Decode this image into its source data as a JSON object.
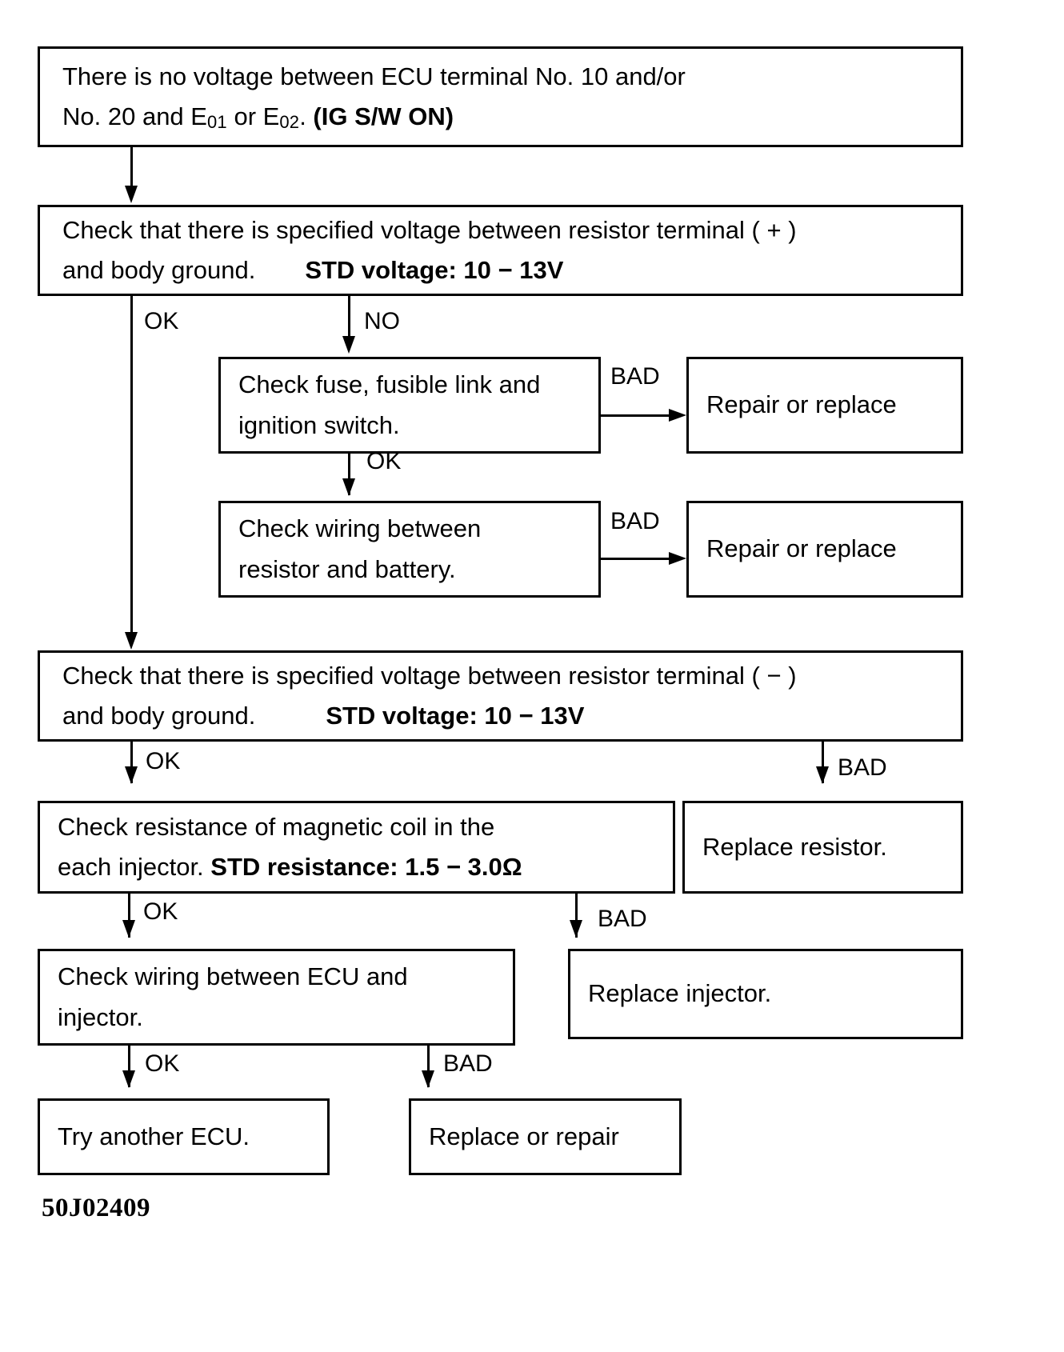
{
  "figure": {
    "code": "50J02409",
    "title": "Injector circuit troubleshooting flow chart"
  },
  "nodes": {
    "symptom": {
      "line1": "There is no voltage between ECU terminal No. 10 and/or",
      "line2_a": "No. 20 and E",
      "line2_sub1": "01",
      "line2_b": " or E",
      "line2_sub2": "02",
      "line2_c": ". ",
      "line2_bold": "(IG S/W ON)"
    },
    "check_voltage_plus": {
      "line1": "Check that there is specified voltage between resistor terminal ( + )",
      "line2_a": "and body ground.",
      "line2_bold": "STD voltage",
      "line2_b": ": 10  −  13V"
    },
    "check_fuse": {
      "line1": "Check fuse, fusible link and",
      "line2": "ignition switch."
    },
    "repair_or_replace_1": {
      "line1": "Repair or replace"
    },
    "check_wiring_resistor_battery": {
      "line1": "Check wiring between",
      "line2": "resistor and battery."
    },
    "repair_or_replace_2": {
      "line1": "Repair or replace"
    },
    "check_voltage_minus": {
      "line1": "Check that there is specified voltage between resistor terminal ( − )",
      "line2_a": "and body ground.",
      "line2_bold": "STD voltage",
      "line2_b": ": 10  −  13V"
    },
    "replace_resistor": {
      "line1": "Replace resistor."
    },
    "check_resistance": {
      "line1": "Check resistance of magnetic coil in the",
      "line2_a": "each injector. ",
      "line2_bold": "STD resistance",
      "line2_b": ": 1.5  −  3.0Ω"
    },
    "replace_injector": {
      "line1": "Replace injector."
    },
    "check_wiring_ecu_injector": {
      "line1": "Check wiring between ECU and",
      "line2": "injector."
    },
    "try_another_ecu": {
      "line1": "Try another ECU."
    },
    "replace_or_repair": {
      "line1": "Replace or repair"
    }
  },
  "edges": {
    "ok_1": "OK",
    "no_1": "NO",
    "bad_fuse": "BAD",
    "ok_fuse": "OK",
    "bad_wiring_resistor": "BAD",
    "ok_2": "OK",
    "bad_voltage_minus": "BAD",
    "ok_3": "OK",
    "bad_resistance": "BAD",
    "ok_4": "OK",
    "bad_wiring_ecu": "BAD"
  },
  "colors": {
    "ink": "#000000",
    "paper": "#ffffff"
  }
}
